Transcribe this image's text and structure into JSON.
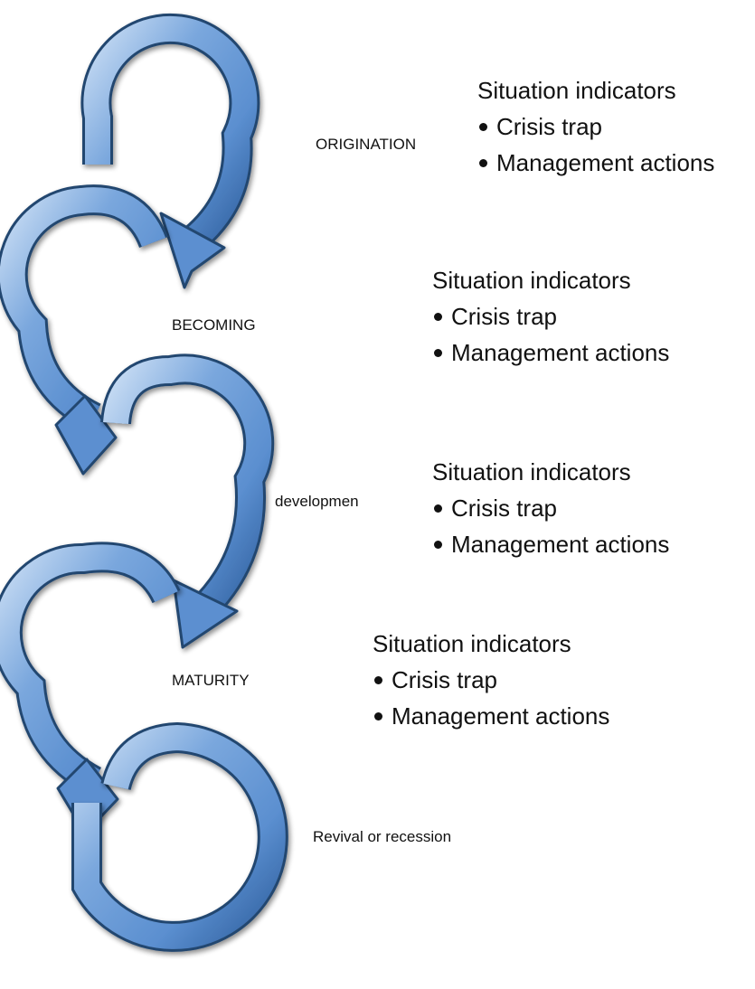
{
  "stages": [
    {
      "id": "origination",
      "label": "ORIGINATION"
    },
    {
      "id": "becoming",
      "label": "BECOMING"
    },
    {
      "id": "development",
      "label": "developmen"
    },
    {
      "id": "maturity",
      "label": "MATURITY"
    },
    {
      "id": "revival",
      "label": "Revival or recession"
    }
  ],
  "info_blocks": [
    {
      "heading": "Situation indicators",
      "bullets": [
        "Crisis trap",
        "Management actions"
      ]
    },
    {
      "heading": "Situation indicators",
      "bullets": [
        "Crisis trap",
        "Management actions"
      ]
    },
    {
      "heading": "Situation indicators",
      "bullets": [
        "Crisis trap",
        "Management actions"
      ]
    },
    {
      "heading": "Situation indicators",
      "bullets": [
        "Crisis trap",
        "Management actions"
      ]
    }
  ],
  "colors": {
    "arrow_fill": "#5b8fd0",
    "arrow_highlight": "#c9ddf4",
    "arrow_shadow": "#2f5f9e",
    "arrow_outline": "#24466f",
    "text": "#111111"
  },
  "icons": {
    "arrow_shape": "curved-arrow",
    "bullet": "bullet-dot"
  }
}
